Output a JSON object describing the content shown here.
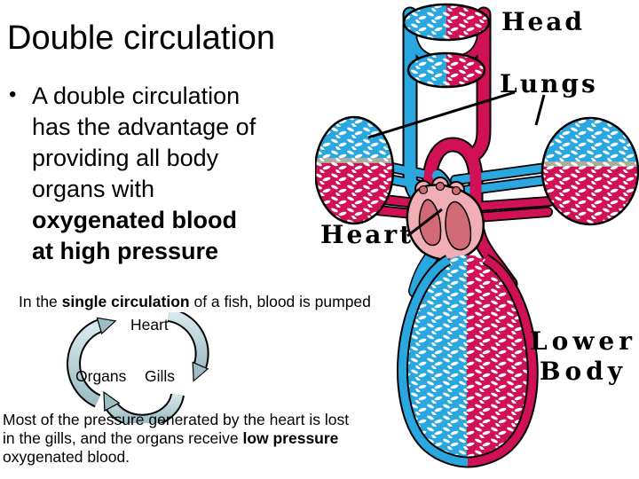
{
  "slide": {
    "title": "Double circulation",
    "bullet": {
      "marker": "•",
      "lines": [
        "A double circulation",
        "has the advantage of",
        "providing all body",
        "organs with"
      ],
      "bold_lines": [
        "oxygenated blood",
        "at high pressure"
      ]
    },
    "fish": {
      "intro_pre": "In the ",
      "intro_bold": "single circulation",
      "intro_post": " of a fish, blood is pumped",
      "cycle_nodes": [
        "Heart",
        "Organs",
        "Gills"
      ],
      "outro_line1": "Most of the pressure generated by the heart is lost",
      "outro_line2_pre": "in the gills, and the organs receive ",
      "outro_line2_bold": "low pressure",
      "outro_line3": "oxygenated blood."
    },
    "diagram": {
      "labels": {
        "head": "Head",
        "lungs": "Lungs",
        "heart": "Heart",
        "lower1": "Lower",
        "lower2": "Body"
      },
      "colors": {
        "vessel-blue": "#2AA7DF",
        "vessel-red": "#D01155",
        "heart-fill": "#F2AEB7",
        "heart-chamber": "#D06A75",
        "arrow-light": "#D7E9EC",
        "arrow-dark": "#9DBDC4",
        "lung-band": "#A9AC9E"
      }
    }
  }
}
